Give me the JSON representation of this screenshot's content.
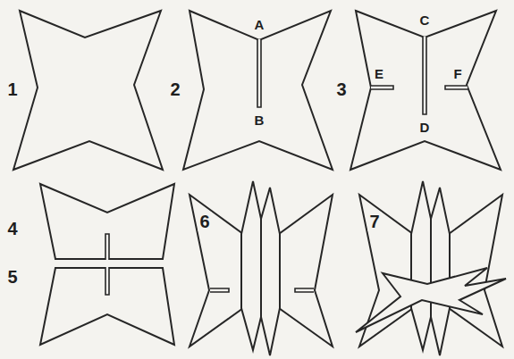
{
  "diagram": {
    "labels": [
      "1",
      "2",
      "A",
      "B",
      "3",
      "C",
      "D",
      "E",
      "F",
      "4",
      "5",
      "6",
      "7"
    ]
  }
}
